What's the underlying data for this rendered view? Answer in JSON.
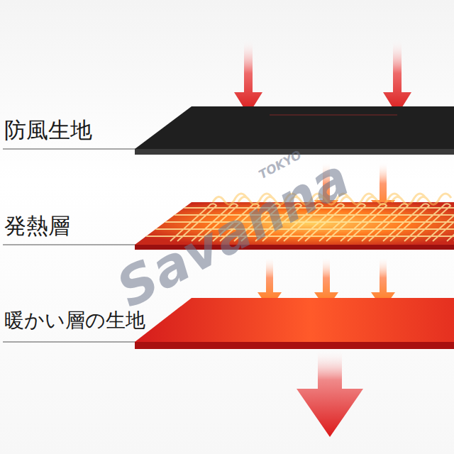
{
  "diagram": {
    "labels": [
      "防風生地",
      "発熱層",
      "暖かい層の生地",
      "Savanna",
      "TOKYO"
    ]
  }
}
